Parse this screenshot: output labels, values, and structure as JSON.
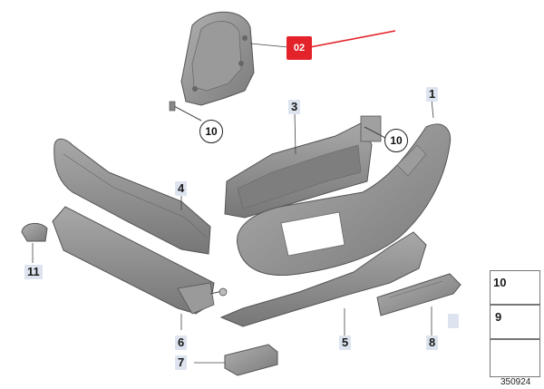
{
  "highlight_label": "02",
  "callouts": {
    "c1": "1",
    "c3": "3",
    "c4": "4",
    "c5": "5",
    "c6": "6",
    "c7": "7",
    "c8": "8",
    "c11": "11"
  },
  "circled": {
    "a": "10",
    "b": "10"
  },
  "legend": {
    "row1": "10",
    "row2": "9"
  },
  "diagram_number": "350924",
  "colors": {
    "part_fill": "#8e8e8e",
    "part_dark": "#6b6b6b",
    "part_light": "#b4b4b4",
    "highlight": "#e3222a",
    "callout_bg": "#dde4ef"
  }
}
